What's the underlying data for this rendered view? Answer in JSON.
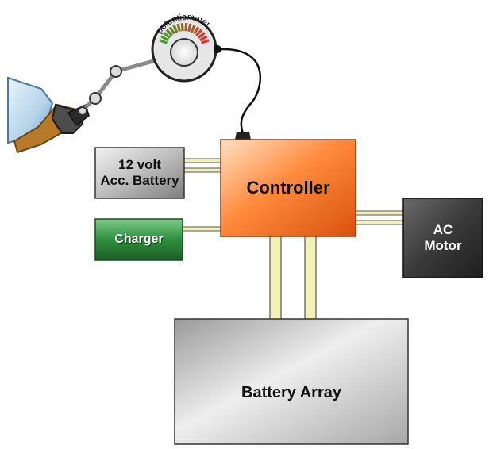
{
  "diagram": {
    "potentiometer_label": "potentiometer",
    "accessory_battery": {
      "line1": "12 volt",
      "line2": "Acc. Battery"
    },
    "charger": "Charger",
    "controller": "Controller",
    "ac_motor": {
      "line1": "AC",
      "line2": "Motor"
    },
    "battery_array": "Battery Array"
  },
  "colors": {
    "controller": "#f26a1f",
    "charger": "#2e8a3a",
    "motor": "#3a3a3a",
    "battery_array": "#c8c8c8",
    "accessory_battery": "#bdbdbd",
    "wire": "#f3f1b8"
  }
}
